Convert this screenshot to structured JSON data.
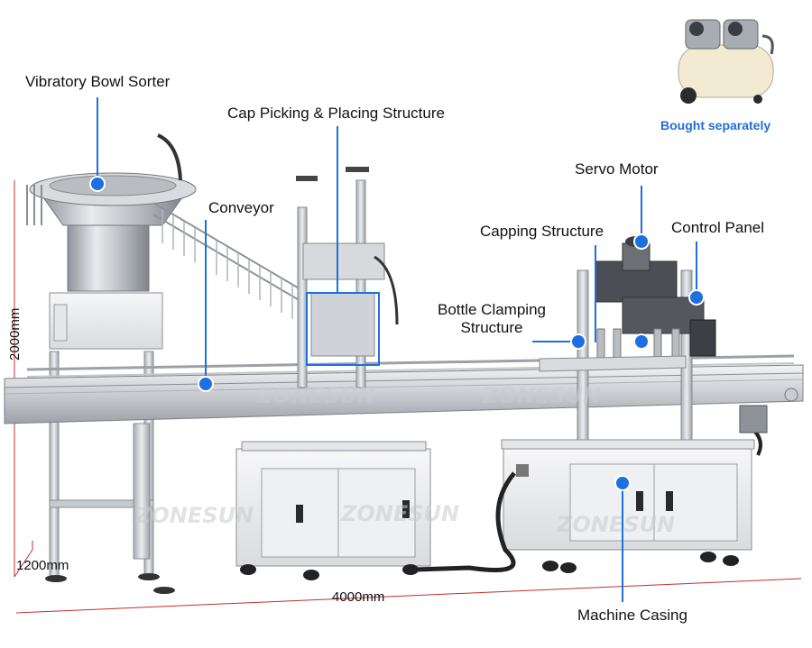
{
  "labels": {
    "vibratory_bowl_sorter": "Vibratory Bowl Sorter",
    "cap_picking_placing": "Cap Picking & Placing Structure",
    "conveyor": "Conveyor",
    "servo_motor": "Servo Motor",
    "capping_structure": "Capping Structure",
    "control_panel": "Control Panel",
    "bottle_clamping_line1": "Bottle Clamping",
    "bottle_clamping_line2": "Structure",
    "machine_casing": "Machine Casing"
  },
  "compressor_note": "Bought separately",
  "dimensions": {
    "height": "2000mm",
    "depth": "1200mm",
    "length": "4000mm"
  },
  "watermark": "ZONESUN",
  "colors": {
    "marker_blue": "#1e6fe0",
    "note_blue": "#1f6fd6",
    "dimension_line": "#c0302a"
  }
}
